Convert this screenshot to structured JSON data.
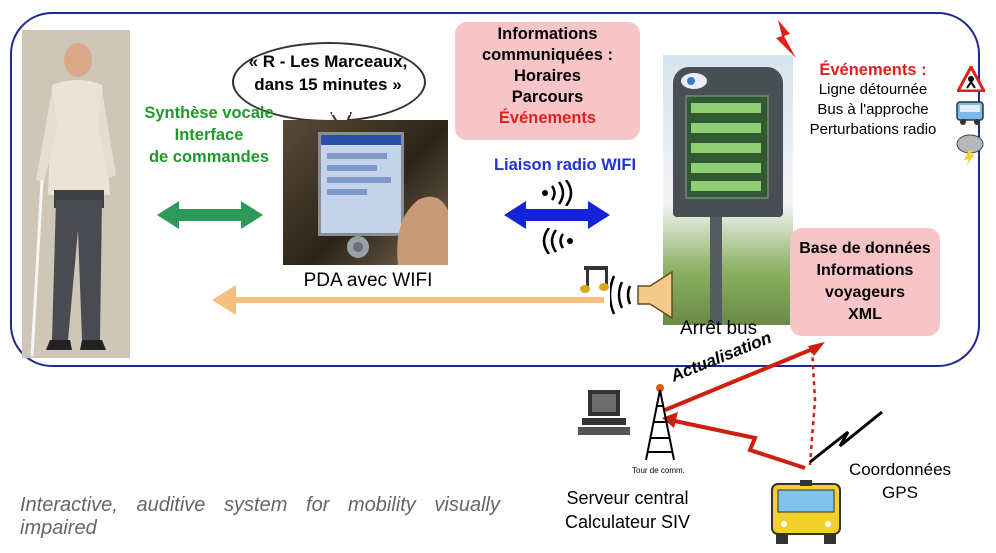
{
  "bubble": [
    "« R - Les Marceaux,",
    "dans 15 minutes »"
  ],
  "left_labels": [
    "Synthèse vocale",
    "Interface",
    "de commandes"
  ],
  "pda_label": "PDA avec WIFI",
  "info_box": {
    "title": [
      "Informations",
      "communiquées :"
    ],
    "items": [
      "Horaires",
      "Parcours"
    ],
    "highlight": "Événements"
  },
  "radio_label": "Liaison radio WIFI",
  "events": {
    "title": "Événements :",
    "items": [
      "Ligne détournée",
      "Bus à l'approche",
      "Perturbations radio"
    ]
  },
  "database_box": [
    "Base de données",
    "Informations",
    "voyageurs",
    "XML"
  ],
  "bus_stop_label": "Arrêt bus",
  "update_label": "Actualisation",
  "tower_label": "Tour de comm.",
  "server_label": [
    "Serveur central",
    "Calculateur SIV"
  ],
  "gps_label": [
    "Coordonnées",
    "GPS"
  ],
  "caption": "Interactive, auditive system for mobility visually impaired",
  "colors": {
    "frame": "#1d2b8f",
    "green_text": "#1e9a2a",
    "red_text": "#e0211b",
    "blue_text": "#1f33d8",
    "pink_box": "#f7c5c8",
    "orange_arrow": "#f6bf80",
    "green_arrow": "#2e9a5a",
    "blue_arrow": "#1422d8",
    "update_arrow": "#cc1f0e"
  }
}
